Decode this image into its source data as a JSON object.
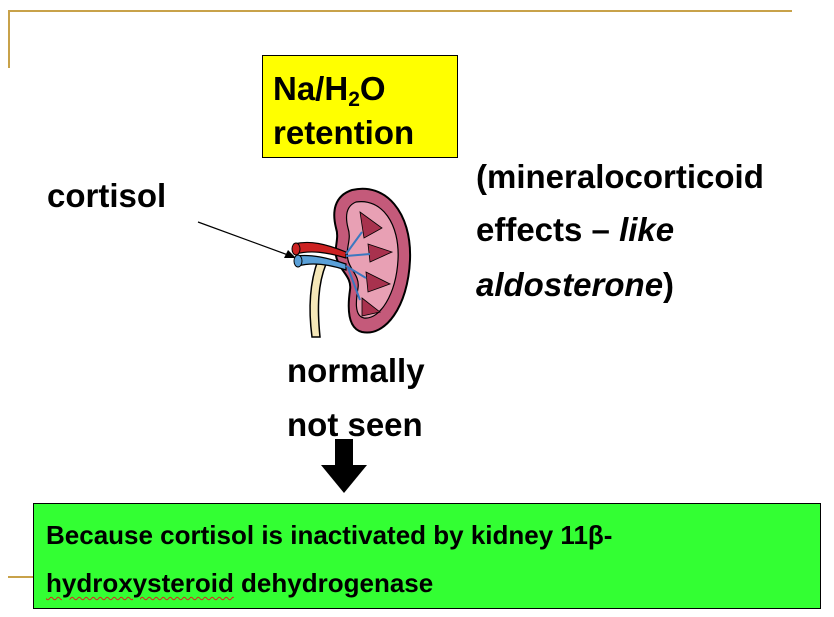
{
  "yellow_box": {
    "line1_prefix": "Na/H",
    "line1_sub": "2",
    "line1_suffix": "O",
    "line2": "retention"
  },
  "cortisol_label": "cortisol",
  "effects": {
    "line1": "(mineralocorticoid",
    "line2_text": "effects – ",
    "line2_italic": "like",
    "line3_italic": "aldosterone",
    "line3_end": ")"
  },
  "normally": {
    "line1": "normally",
    "line2": "not seen"
  },
  "green_box": {
    "line1": "Because cortisol is inactivated by kidney 11β-",
    "line2_misspelled": "hydroxysteroid",
    "line2_rest": " dehydrogenase"
  },
  "colors": {
    "yellow_box": "#ffff00",
    "green_box": "#33ff33",
    "rule": "#c8a24a",
    "arrow": "#000000"
  },
  "icons": [
    "kidney-illustration",
    "down-arrow",
    "pointer-arrow"
  ]
}
